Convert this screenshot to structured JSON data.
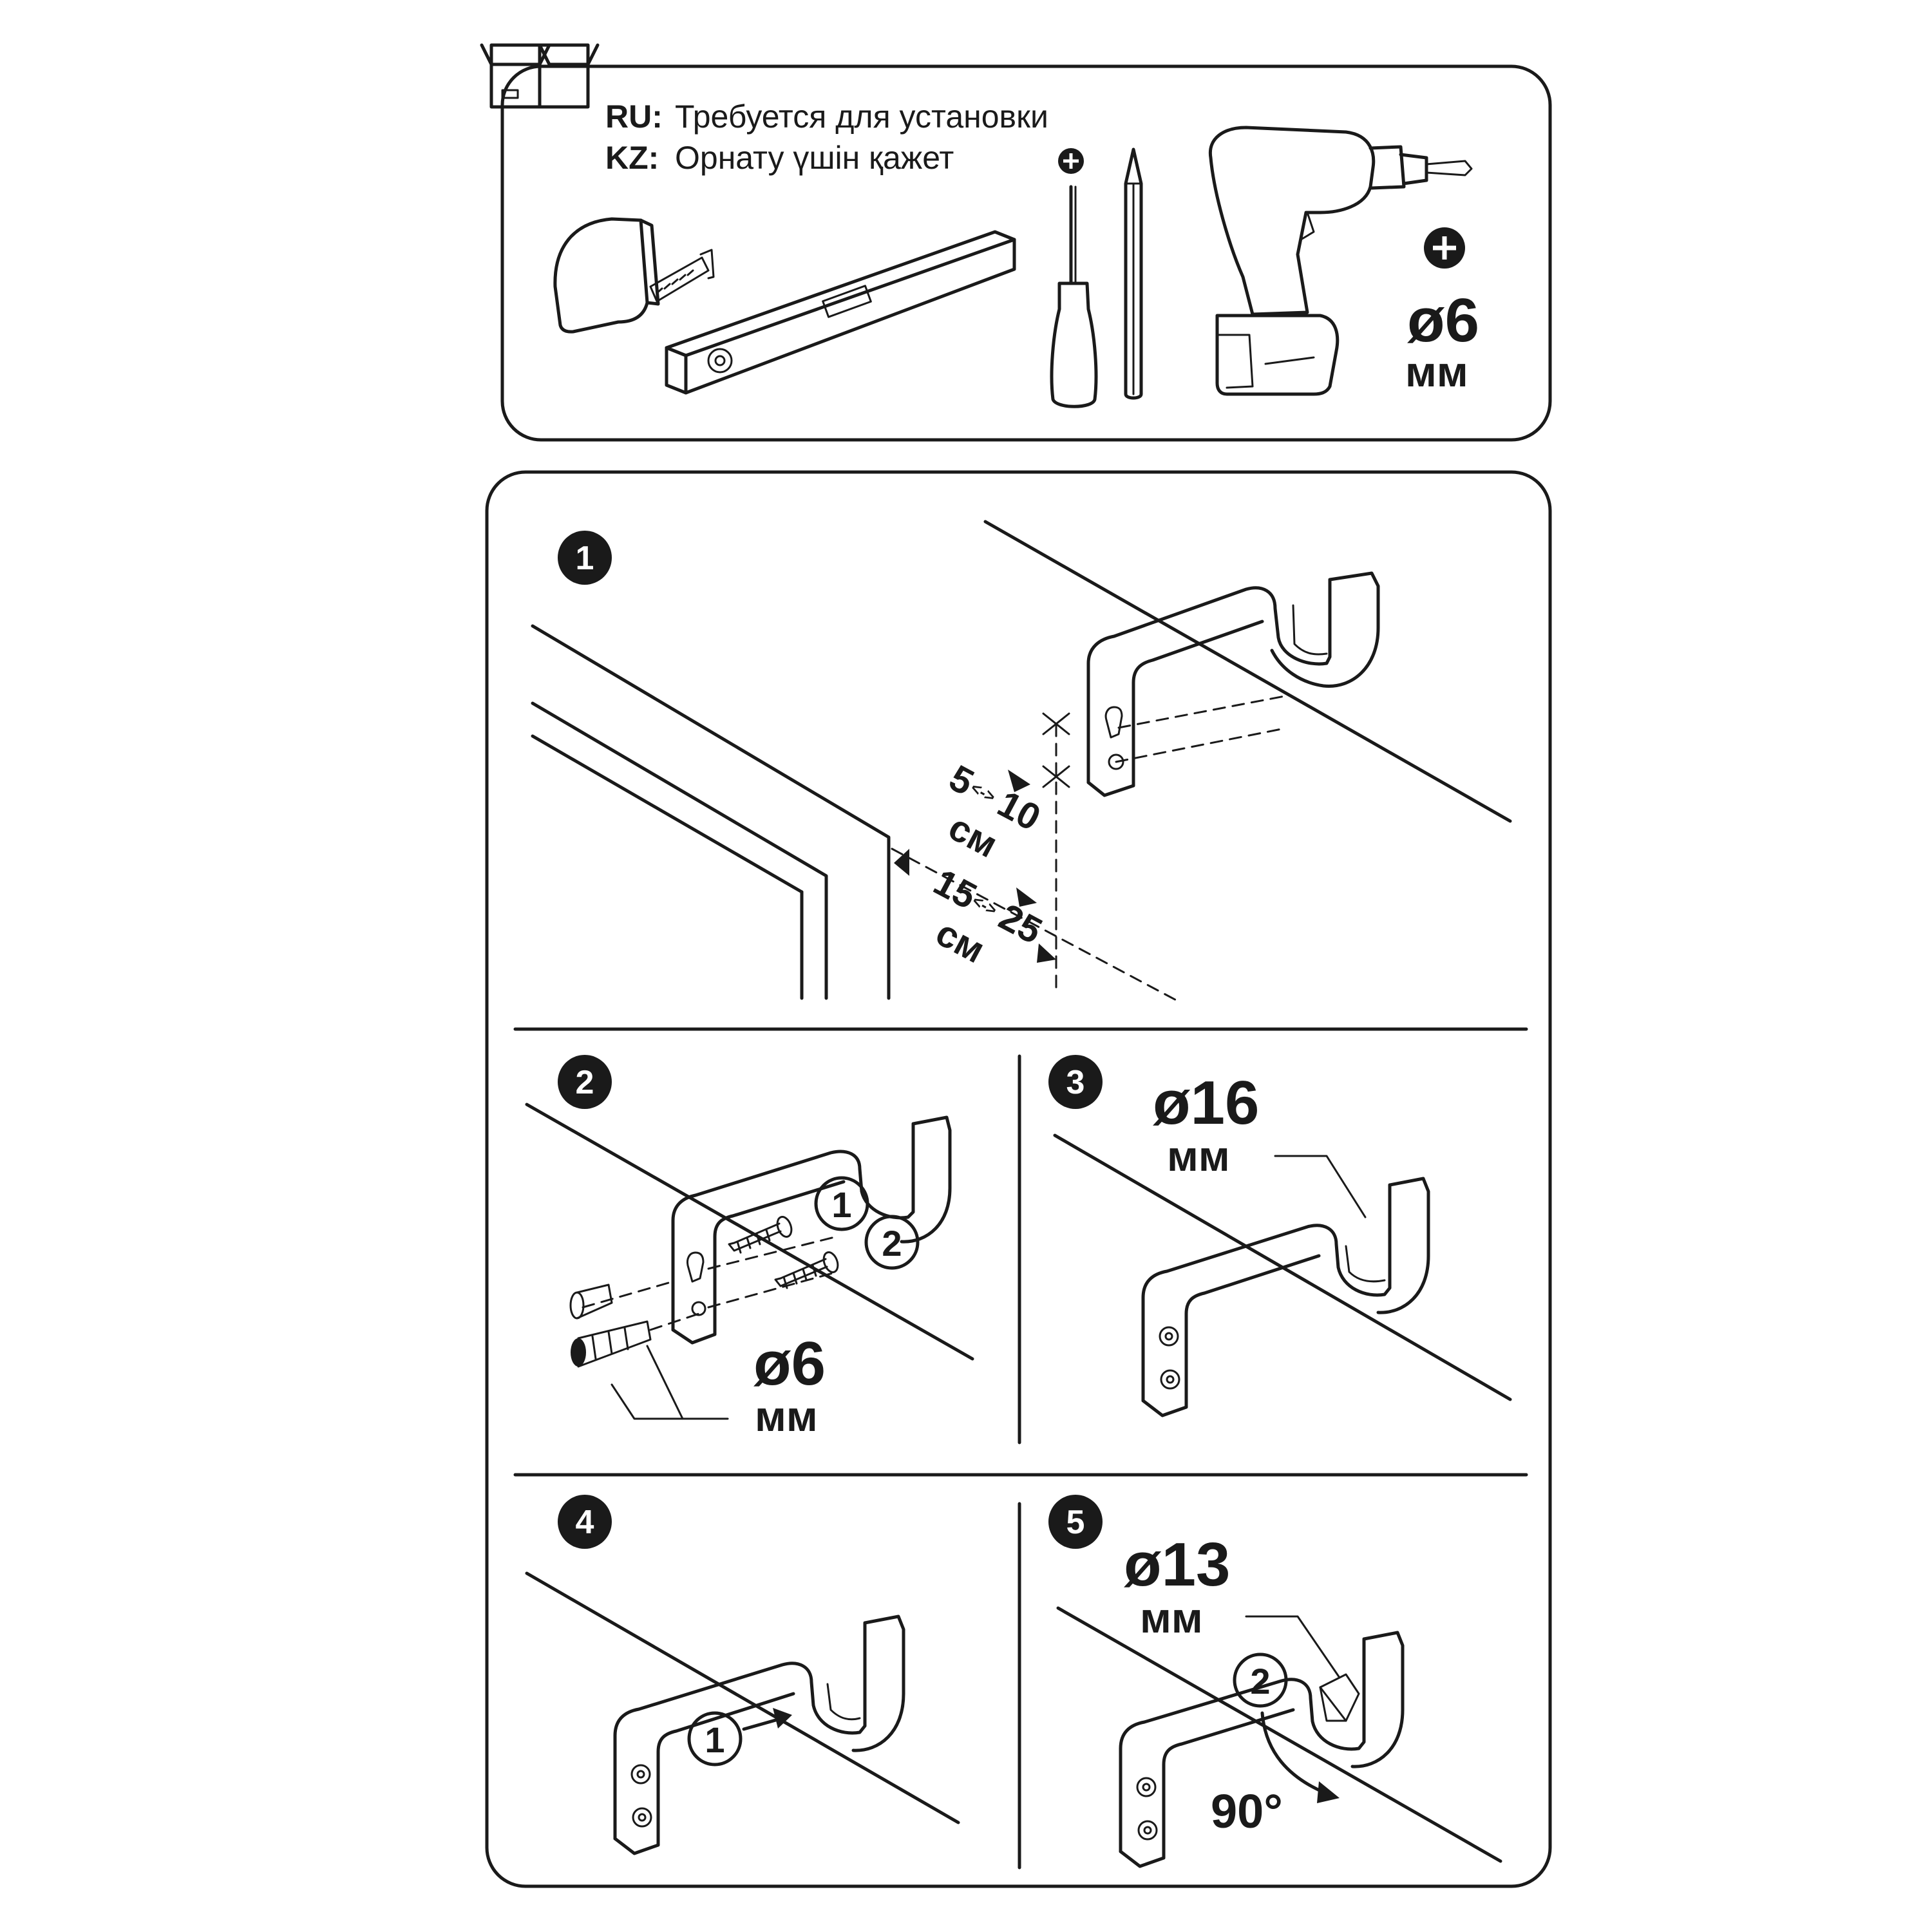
{
  "tools_panel": {
    "ru_code": "RU:",
    "ru_text": "Требуется для установки",
    "kz_code": "KZ:",
    "kz_text": "Орнату үшін қажет",
    "drill_diameter": "ø6",
    "drill_unit": "мм",
    "icons": [
      "box-icon",
      "tape-measure-icon",
      "spirit-level-icon",
      "screwdriver-icon",
      "phillips-icon",
      "pencil-icon",
      "drill-icon"
    ]
  },
  "step1": {
    "number": "1",
    "range_a": "5",
    "range_a_sep": "<->",
    "range_a_end": "10",
    "range_a_unit": "см",
    "range_b": "15",
    "range_b_sep": "<->",
    "range_b_end": "25",
    "range_b_unit": "см"
  },
  "step2": {
    "number": "2",
    "callout_1": "1",
    "callout_2": "2",
    "diameter": "ø6",
    "unit": "мм"
  },
  "step3": {
    "number": "3",
    "diameter": "ø16",
    "unit": "мм"
  },
  "step4": {
    "number": "4",
    "callout_1": "1"
  },
  "step5": {
    "number": "5",
    "diameter": "ø13",
    "unit": "мм",
    "callout_2": "2",
    "angle": "90°"
  }
}
